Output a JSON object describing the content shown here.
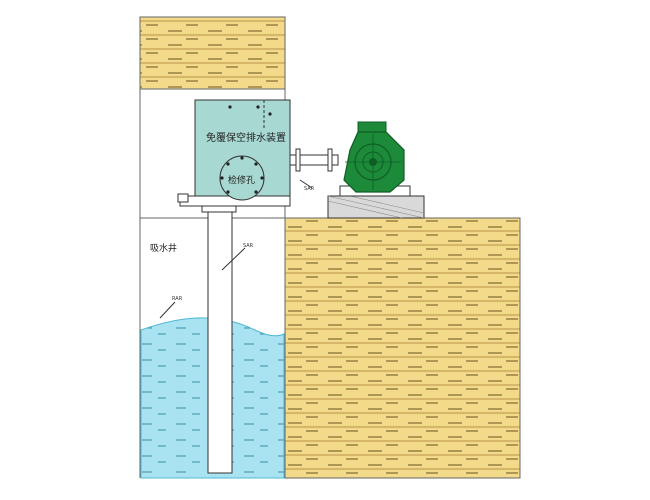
{
  "labels": {
    "device": "免覆保空排水装置",
    "inspection_hole": "检修孔",
    "suction_well": "吸水井"
  },
  "colors": {
    "soil": "#f3d98a",
    "soil_stripe": "#8a6d2a",
    "water": "#a9e3f2",
    "water_dark": "#6fcde6",
    "device_body": "#a8d8d2",
    "pump_green": "#1d8a3a",
    "pump_dark": "#0e5e24",
    "outline": "#333333"
  },
  "icons": {
    "pipe": "vertical-suction-pipe",
    "pump": "centrifugal-pump-icon"
  }
}
